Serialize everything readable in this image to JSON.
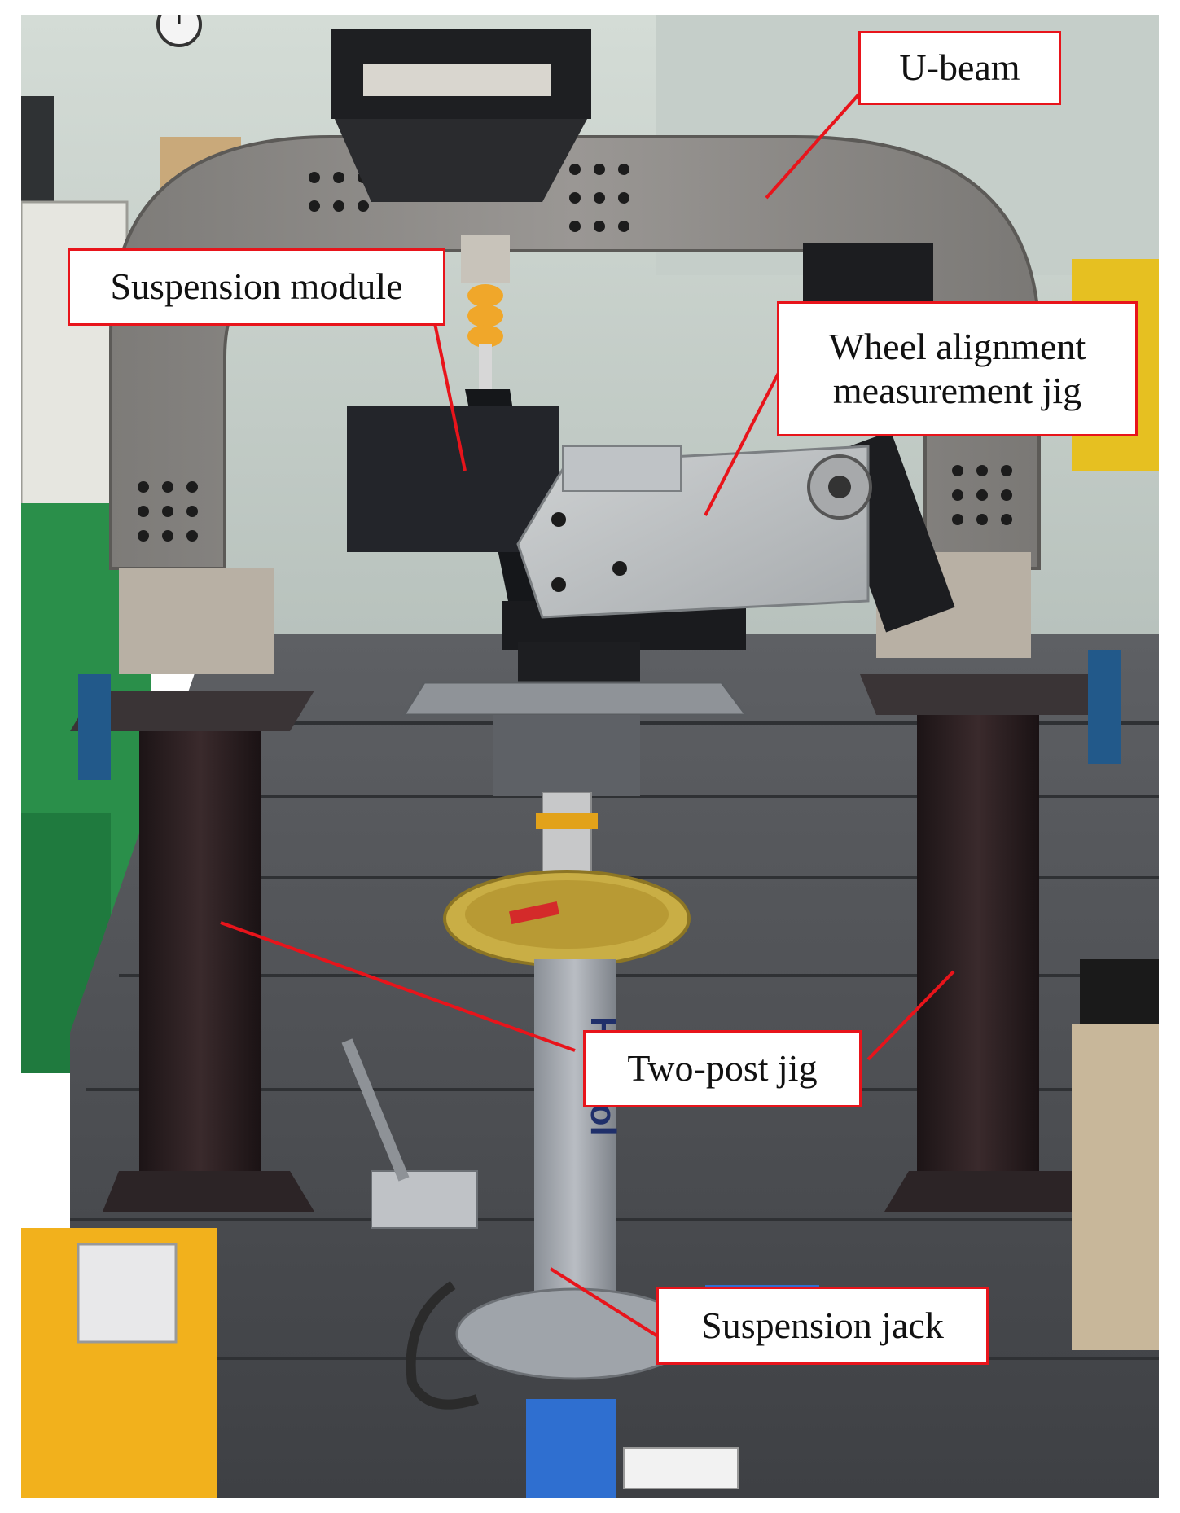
{
  "figure": {
    "scene": "photo-suspension-test-rig",
    "callout_color": "#e8141b",
    "labels": {
      "u_beam": "U-beam",
      "suspension_module": "Suspension module",
      "wheel_alignment_jig_line1": "Wheel alignment",
      "wheel_alignment_jig_line2": "measurement jig",
      "two_post_jig": "Two-post jig",
      "suspension_jack": "Suspension jack"
    },
    "photo_text": {
      "jack_brand": "Hansol"
    }
  }
}
